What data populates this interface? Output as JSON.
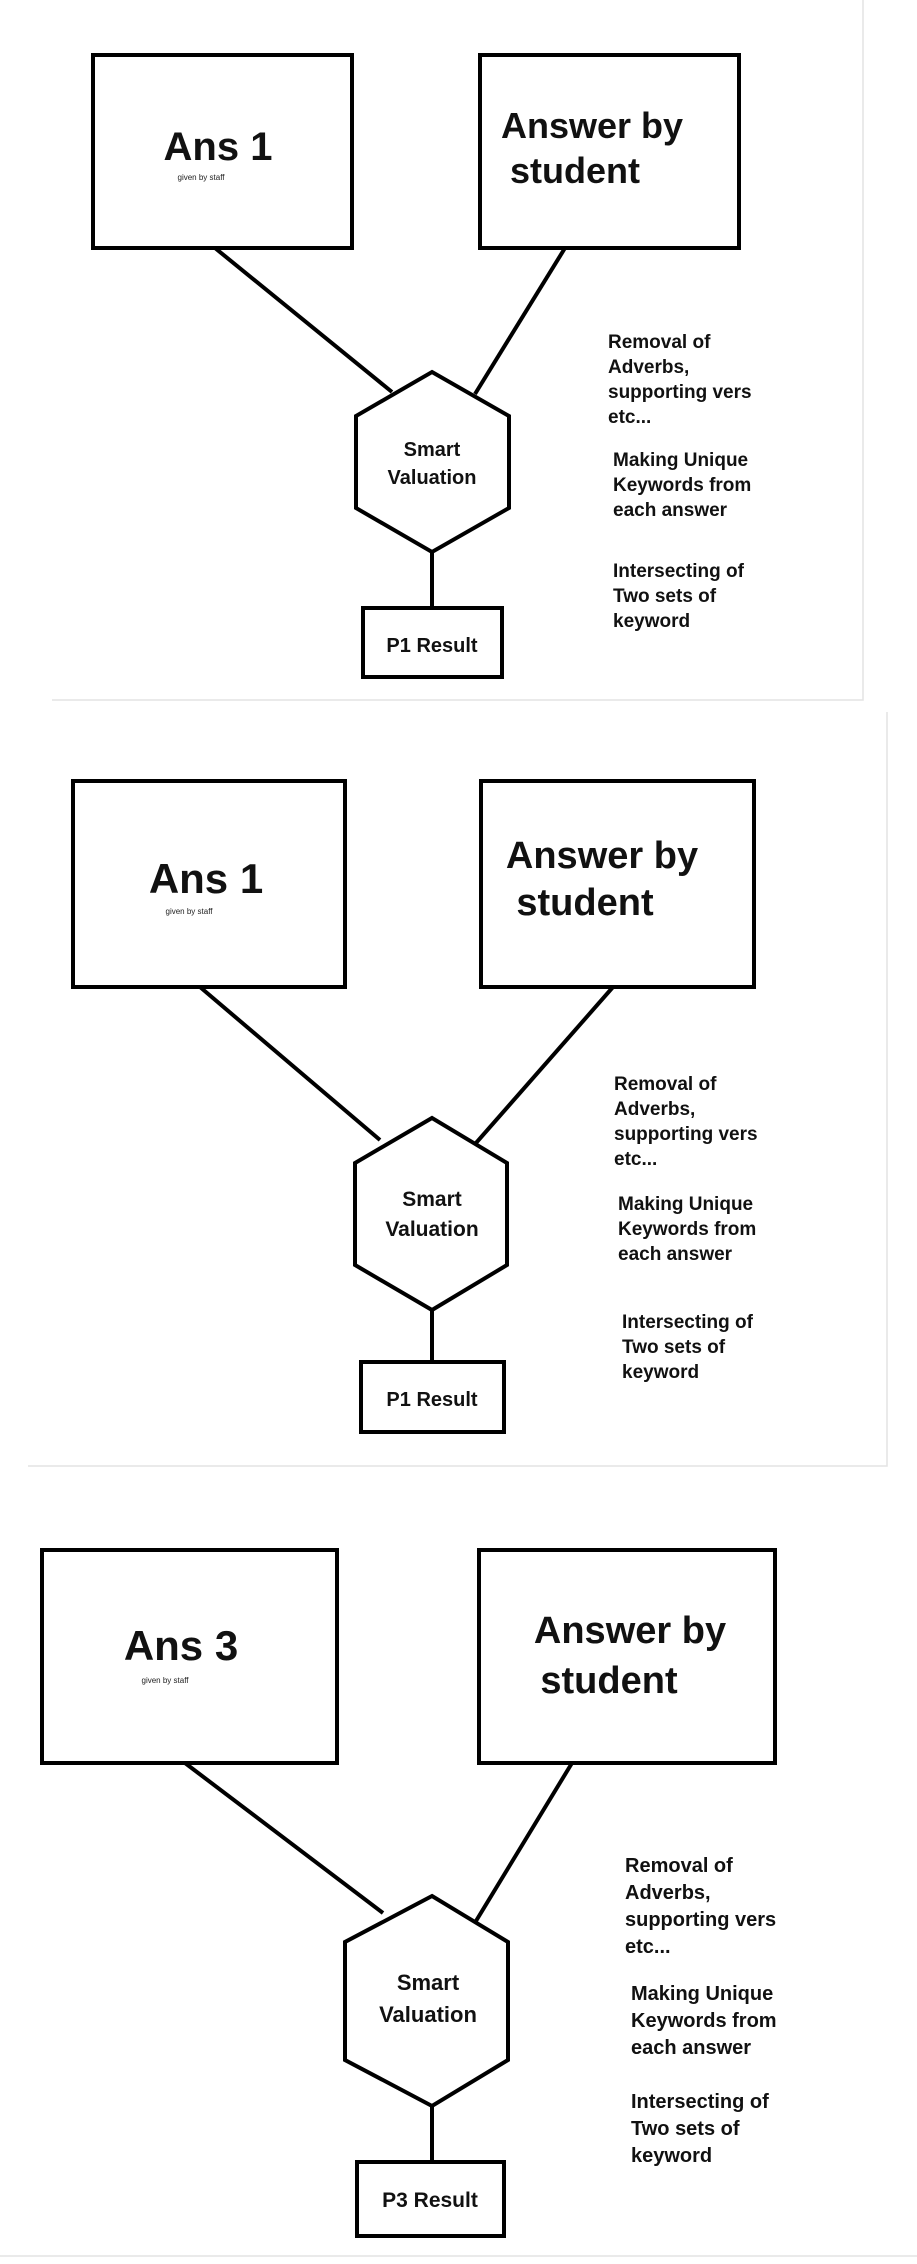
{
  "panels": [
    {
      "left_box": {
        "title": "Ans 1",
        "subtitle": "given by staff"
      },
      "right_box": {
        "line1": "Answer by",
        "line2": "student"
      },
      "hexagon": {
        "line1": "Smart",
        "line2": "Valuation"
      },
      "result": "P1 Result",
      "notes": [
        [
          "Removal of",
          "Adverbs,",
          "supporting vers",
          "etc..."
        ],
        [
          "Making Unique",
          "Keywords from",
          "each answer"
        ],
        [
          "Intersecting of",
          "Two sets of",
          "keyword"
        ]
      ]
    },
    {
      "left_box": {
        "title": "Ans 1",
        "subtitle": "given by staff"
      },
      "right_box": {
        "line1": "Answer by",
        "line2": "student"
      },
      "hexagon": {
        "line1": "Smart",
        "line2": "Valuation"
      },
      "result": "P1 Result",
      "notes": [
        [
          "Removal of",
          "Adverbs,",
          "supporting vers",
          "etc..."
        ],
        [
          "Making Unique",
          "Keywords from",
          "each answer"
        ],
        [
          "Intersecting of",
          "Two sets of",
          "keyword"
        ]
      ]
    },
    {
      "left_box": {
        "title": "Ans 3",
        "subtitle": "given by staff"
      },
      "right_box": {
        "line1": "Answer by",
        "line2": "student"
      },
      "hexagon": {
        "line1": "Smart",
        "line2": "Valuation"
      },
      "result": "P3 Result",
      "notes": [
        [
          "Removal of",
          "Adverbs,",
          "supporting vers",
          "etc..."
        ],
        [
          "Making Unique",
          "Keywords from",
          "each answer"
        ],
        [
          "Intersecting of",
          "Two sets of",
          "keyword"
        ]
      ]
    }
  ]
}
